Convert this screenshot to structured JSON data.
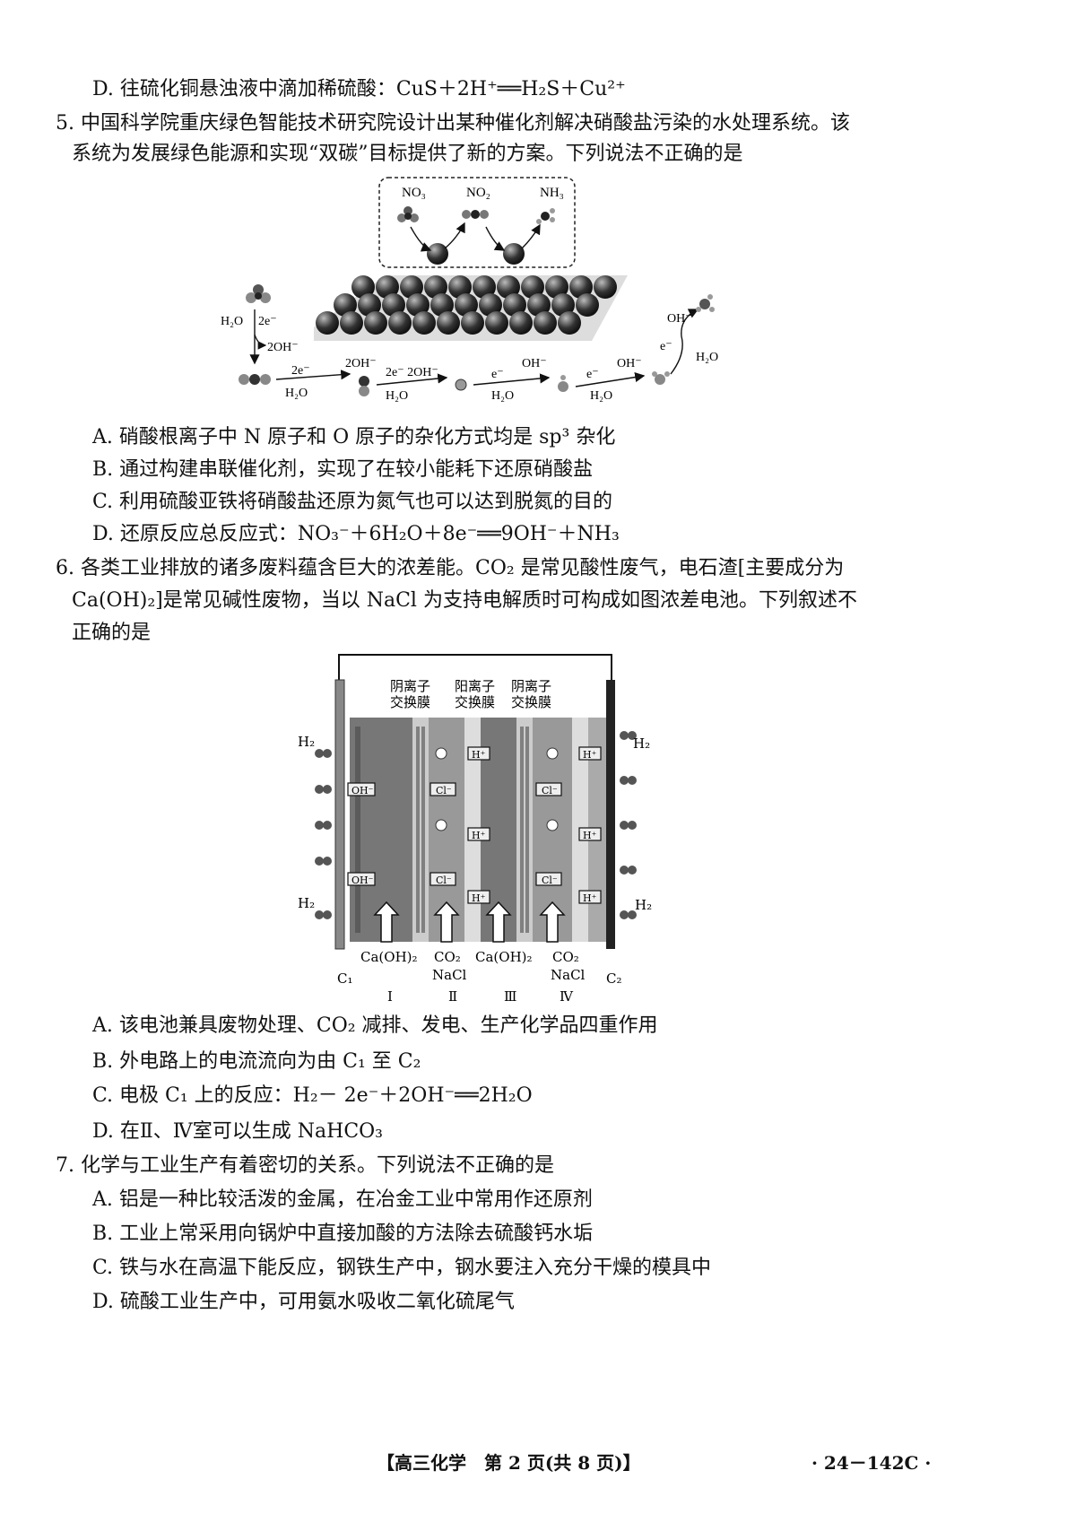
{
  "q4_d": "D. 往硫化铜悬浊液中滴加稀硫酸：CuS＋2H⁺══H₂S＋Cu²⁺",
  "q5": {
    "stem_1": "5. 中国科学院重庆绿色智能技术研究院设计出某种催化剂解决硝酸盐污染的水处理系统。该",
    "stem_2": "系统为发展绿色能源和实现“双碳”目标提供了新的方案。下列说法不正确的是",
    "fig": {
      "box_labels": [
        "NO₃",
        "NO₂",
        "NH₃"
      ],
      "left_h2o": "H₂O",
      "left_e": "2e⁻",
      "left_oh": "2OH⁻",
      "step1_top": "2e⁻",
      "step1_bot": "H₂O",
      "oh_a": "2OH⁻",
      "step2_top": "2e⁻ 2OH⁻",
      "step2_bot": "H₂O",
      "step3_top_e": "e⁻",
      "step3_top_oh": "OH⁻",
      "step3_bot": "H₂O",
      "step4_top_e": "e⁻",
      "step4_top_oh": "OH⁻",
      "step4_bot": "H₂O",
      "right_oh": "OH⁻",
      "right_e": "e⁻",
      "right_h2o": "H₂O"
    },
    "options": [
      "A. 硝酸根离子中 N 原子和 O 原子的杂化方式均是 sp³ 杂化",
      "B. 通过构建串联催化剂，实现了在较小能耗下还原硝酸盐",
      "C. 利用硫酸亚铁将硝酸盐还原为氮气也可以达到脱氮的目的",
      "D. 还原反应总反应式：NO₃⁻＋6H₂O＋8e⁻══9OH⁻＋NH₃"
    ]
  },
  "q6": {
    "stem_1": "6. 各类工业排放的诸多废料蕴含巨大的浓差能。CO₂ 是常见酸性废气，电石渣[主要成分为",
    "stem_2": "Ca(OH)₂]是常见碱性废物，当以 NaCl 为支持电解质时可构成如图浓差电池。下列叙述不",
    "stem_3": "正确的是",
    "fig": {
      "membranes": [
        {
          "l1": "阴离子",
          "l2": "交换膜"
        },
        {
          "l1": "阳离子",
          "l2": "交换膜"
        },
        {
          "l1": "阴离子",
          "l2": "交换膜"
        }
      ],
      "h2": "H₂",
      "oh": "OH⁻",
      "cl": "Cl⁻",
      "hplus": "H⁺",
      "inputs": [
        {
          "l1": "Ca(OH)₂",
          "l2": ""
        },
        {
          "l1": "CO₂",
          "l2": "NaCl"
        },
        {
          "l1": "Ca(OH)₂",
          "l2": ""
        },
        {
          "l1": "CO₂",
          "l2": "NaCl"
        }
      ],
      "electrode_left": "C₁",
      "electrode_right": "C₂",
      "rooms": [
        "Ⅰ",
        "Ⅱ",
        "Ⅲ",
        "Ⅳ"
      ]
    },
    "options": [
      "A. 该电池兼具废物处理、CO₂ 减排、发电、生产化学品四重作用",
      "B. 外电路上的电流流向为由 C₁ 至 C₂",
      "C. 电极 C₁ 上的反应：H₂－ 2e⁻＋2OH⁻══2H₂O",
      "D. 在Ⅱ、Ⅳ室可以生成 NaHCO₃"
    ]
  },
  "q7": {
    "stem": "7. 化学与工业生产有着密切的关系。下列说法不正确的是",
    "options": [
      "A. 铝是一种比较活泼的金属，在冶金工业中常用作还原剂",
      "B. 工业上常采用向锅炉中直接加酸的方法除去硫酸钙水垢",
      "C. 铁与水在高温下能反应，钢铁生产中，钢水要注入充分干燥的模具中",
      "D. 硫酸工业生产中，可用氨水吸收二氧化硫尾气"
    ]
  },
  "footer": {
    "center": "【高三化学　第 2 页(共 8 页)】",
    "right": "· 24－142C ·"
  }
}
